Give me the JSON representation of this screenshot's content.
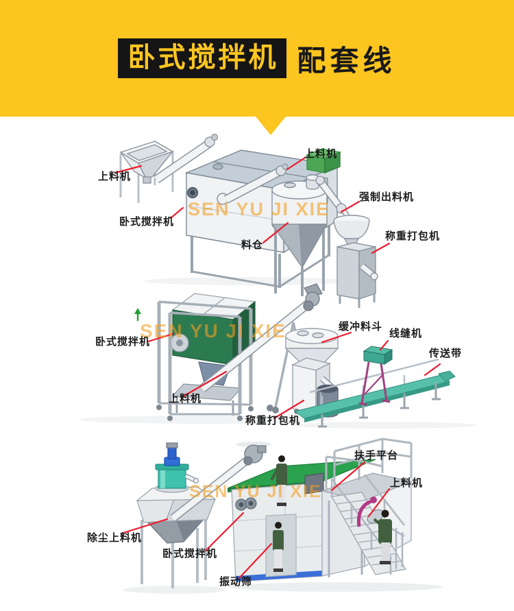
{
  "header": {
    "title": "卧式搅拌机",
    "subtitle": "配套线"
  },
  "watermark": {
    "text": "SEN YU JI XIE"
  },
  "palette": {
    "banner_yellow": "#fcc51f",
    "title_box_black": "#151515",
    "leader_line_red": "#ee1c2e",
    "watermark_orange": "#f39e20",
    "mixer_green": "#2c7a50",
    "platform_green": "#2aa24e",
    "conveyor_teal": "#57c0ab",
    "dust_feeder_teal": "#3fc3ae",
    "stand_magenta": "#b23a86",
    "machine_gray": "#c3ced8"
  },
  "diagrams": [
    {
      "id": "line-1",
      "labels": [
        "上料机",
        "卧式搅拌机",
        "上料机",
        "料仓",
        "强制出料机",
        "称重打包机"
      ]
    },
    {
      "id": "line-2",
      "labels": [
        "卧式搅拌机",
        "上料机",
        "缓冲料斗",
        "线缝机",
        "传送带",
        "称重打包机"
      ]
    },
    {
      "id": "line-3",
      "labels": [
        "除尘上料机",
        "卧式搅拌机",
        "振动筛",
        "扶手平台",
        "上料机"
      ]
    }
  ]
}
